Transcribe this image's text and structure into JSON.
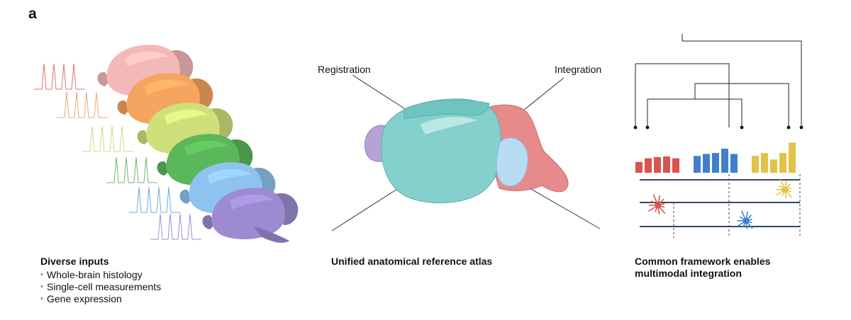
{
  "panel_letter": "a",
  "inputs": {
    "heading": "Diverse inputs",
    "items": [
      "Whole-brain histology",
      "Single-cell measurements",
      "Gene expression"
    ]
  },
  "atlas": {
    "callout_left": "Registration",
    "callout_right": "Integration",
    "heading": "Unified anatomical reference atlas"
  },
  "framework": {
    "heading_line1": "Common framework enables",
    "heading_line2": "multimodal integration",
    "bar_groups": [
      {
        "color": "#d9534f",
        "values": [
          0.45,
          0.6,
          0.65,
          0.68,
          0.6
        ]
      },
      {
        "color": "#3f7fcf",
        "values": [
          0.7,
          0.78,
          0.82,
          1.0,
          0.78
        ]
      },
      {
        "color": "#e3c24a",
        "values": [
          0.7,
          0.82,
          0.55,
          0.82,
          1.25
        ]
      }
    ]
  },
  "colors": {
    "stack": [
      "#f3b9b8",
      "#f5a55f",
      "#cfe07a",
      "#5bb85a",
      "#8fc3ef",
      "#9c8bd1"
    ],
    "trace": [
      "#e3716c",
      "#f0a472",
      "#c9dc84",
      "#6cb56f",
      "#6fa9dc",
      "#9b8fd3"
    ],
    "atlas_main": "#84d0cc",
    "atlas_rear": "#e78a8c",
    "atlas_front": "#b4a3d6",
    "atlas_inner": "#b9dcf4",
    "line_dark": "#33485f"
  }
}
